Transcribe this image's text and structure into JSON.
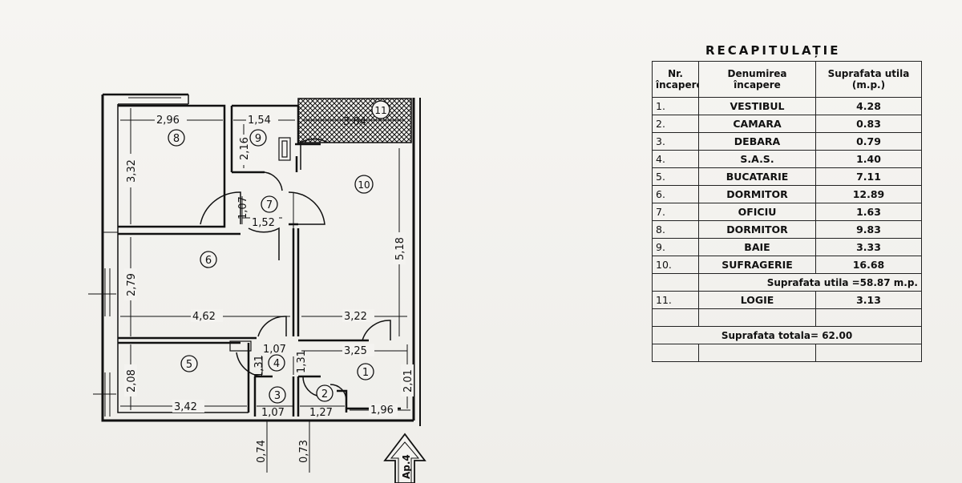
{
  "plan": {
    "dimensions": {
      "d296": "2,96",
      "d154": "1,54",
      "d304": "3,04",
      "d332": "3,32",
      "d216": "2,16",
      "d107a": "1,07",
      "d152": "1,52",
      "d518": "5,18",
      "d279": "2,79",
      "d462": "4,62",
      "d322": "3,22",
      "d107b": "1,07",
      "d325": "3,25",
      "d131a": "1,31",
      "d131b": "1,31",
      "d208": "2,08",
      "d342": "3,42",
      "d107c": "1,07",
      "d127": "1,27",
      "d196": "1,96",
      "d201": "2,01",
      "d074": "0,74",
      "d073": "0,73"
    },
    "room_numbers": [
      "1",
      "2",
      "3",
      "4",
      "5",
      "6",
      "7",
      "8",
      "9",
      "10",
      "11"
    ],
    "entry_label": "Ap.4"
  },
  "recap": {
    "title": "RECAPITULAȚIE",
    "headers": {
      "nr_line1": "Nr.",
      "nr_line2": "încapere",
      "name_line1": "Denumirea",
      "name_line2": "încapere",
      "area_line1": "Suprafata utila",
      "area_line2": "(m.p.)"
    },
    "rows": [
      {
        "nr": "1.",
        "name": "VESTIBUL",
        "area": "4.28"
      },
      {
        "nr": "2.",
        "name": "CAMARA",
        "area": "0.83"
      },
      {
        "nr": "3.",
        "name": "DEBARA",
        "area": "0.79"
      },
      {
        "nr": "4.",
        "name": "S.A.S.",
        "area": "1.40"
      },
      {
        "nr": "5.",
        "name": "BUCATARIE",
        "area": "7.11"
      },
      {
        "nr": "6.",
        "name": "DORMITOR",
        "area": "12.89"
      },
      {
        "nr": "7.",
        "name": "OFICIU",
        "area": "1.63"
      },
      {
        "nr": "8.",
        "name": "DORMITOR",
        "area": "9.83"
      },
      {
        "nr": "9.",
        "name": "BAIE",
        "area": "3.33"
      },
      {
        "nr": "10.",
        "name": "SUFRAGERIE",
        "area": "16.68"
      }
    ],
    "useful_total": "Suprafata utila =58.87 m.p.",
    "logia": {
      "nr": "11.",
      "name": "LOGIE",
      "area": "3.13"
    },
    "grand_total": "Suprafata totala= 62.00"
  }
}
